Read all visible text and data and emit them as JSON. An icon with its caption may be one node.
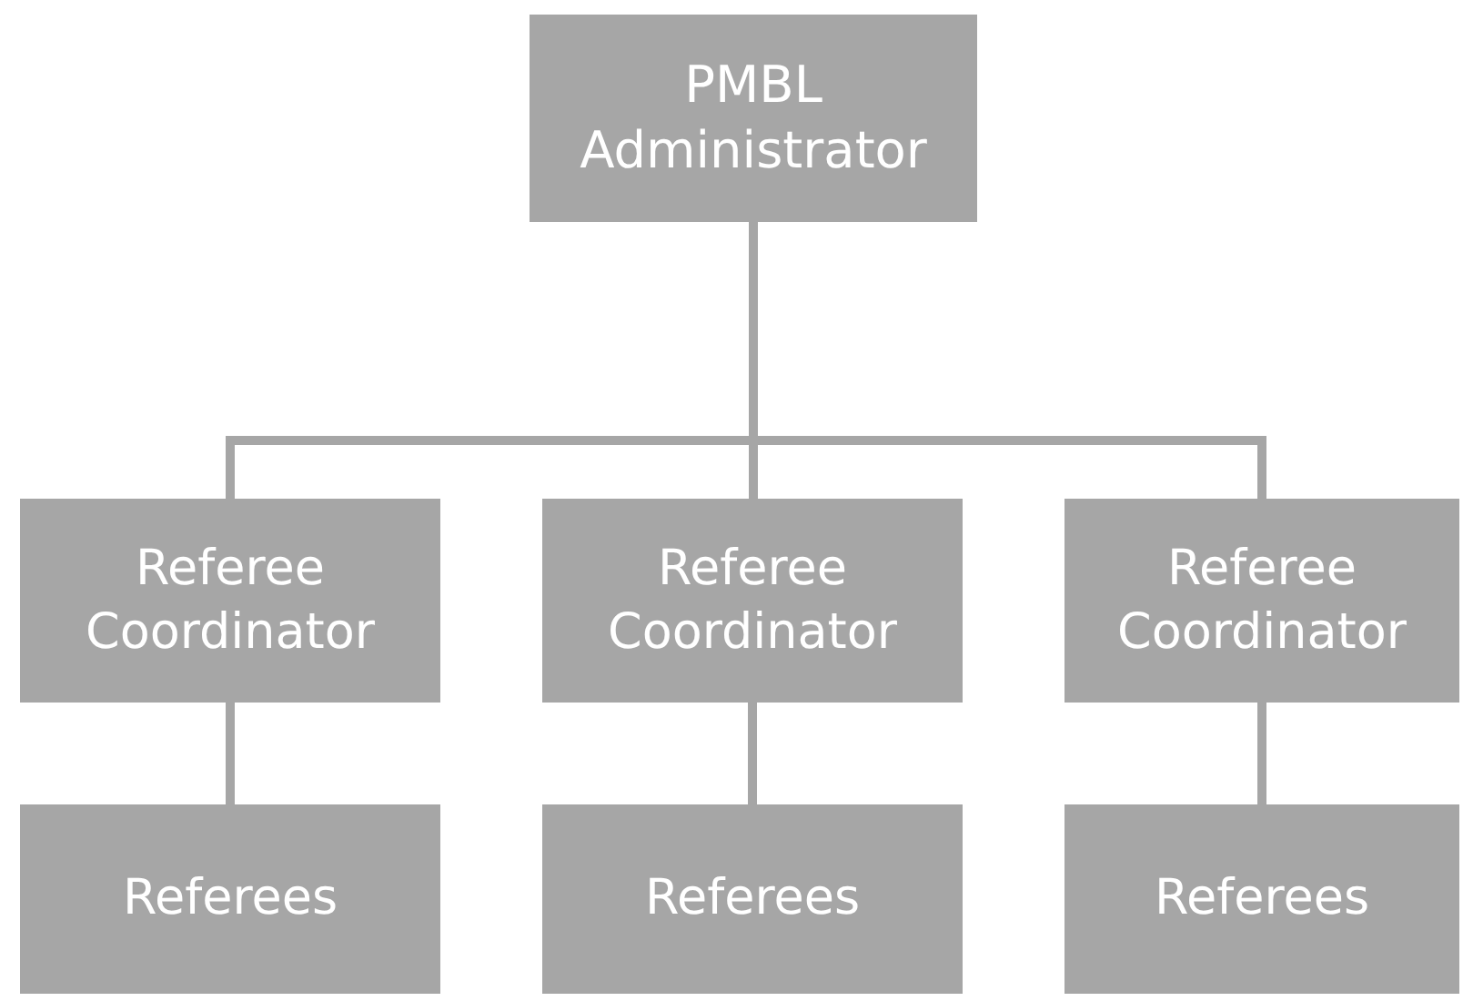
{
  "diagram": {
    "nodes": [
      {
        "text": [
          "PMBL Administrator"
        ]
      },
      {
        "text": [
          "Referee Coordinator"
        ]
      },
      {
        "text": [
          "Referee Coordinator"
        ]
      },
      {
        "text": [
          "Referee Coordinator"
        ]
      },
      {
        "text": [
          "Referees"
        ]
      },
      {
        "text": [
          "Referees"
        ]
      },
      {
        "text": [
          "Referees"
        ]
      }
    ],
    "edges": [
      {
        "from": 0,
        "to": 1,
        "arrow": "none"
      },
      {
        "from": 0,
        "to": 2,
        "arrow": "none"
      },
      {
        "from": 0,
        "to": 3,
        "arrow": "none"
      },
      {
        "from": 1,
        "to": 4,
        "arrow": "none"
      },
      {
        "from": 2,
        "to": 5,
        "arrow": "none"
      },
      {
        "from": 3,
        "to": 6,
        "arrow": "none"
      }
    ]
  }
}
